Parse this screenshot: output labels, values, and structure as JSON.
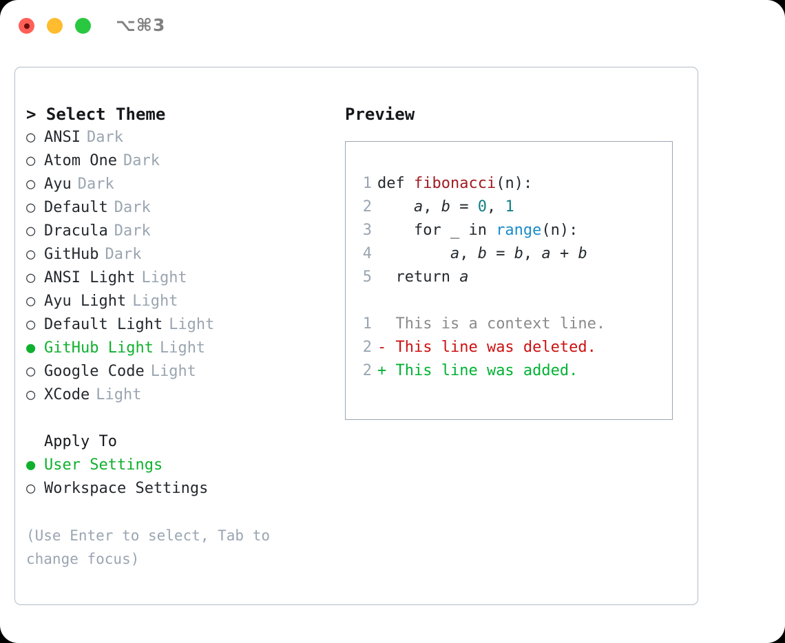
{
  "titlebar": {
    "shortcut": "⌥⌘3",
    "buttons": [
      {
        "name": "close",
        "color": "#ff5f57"
      },
      {
        "name": "minimize",
        "color": "#febc2e"
      },
      {
        "name": "maximize",
        "color": "#28c840"
      }
    ]
  },
  "left": {
    "heading": "> Select Theme",
    "themes": [
      {
        "bullet": "○",
        "name": "ANSI",
        "variant": "Dark",
        "selected": false
      },
      {
        "bullet": "○",
        "name": "Atom One",
        "variant": "Dark",
        "selected": false
      },
      {
        "bullet": "○",
        "name": "Ayu",
        "variant": "Dark",
        "selected": false
      },
      {
        "bullet": "○",
        "name": "Default",
        "variant": "Dark",
        "selected": false
      },
      {
        "bullet": "○",
        "name": "Dracula",
        "variant": "Dark",
        "selected": false
      },
      {
        "bullet": "○",
        "name": "GitHub",
        "variant": "Dark",
        "selected": false
      },
      {
        "bullet": "○",
        "name": "ANSI Light",
        "variant": "Light",
        "selected": false
      },
      {
        "bullet": "○",
        "name": "Ayu Light",
        "variant": "Light",
        "selected": false
      },
      {
        "bullet": "○",
        "name": "Default Light",
        "variant": "Light",
        "selected": false
      },
      {
        "bullet": "●",
        "name": "GitHub Light",
        "variant": "Light",
        "selected": true
      },
      {
        "bullet": "○",
        "name": "Google Code",
        "variant": "Light",
        "selected": false
      },
      {
        "bullet": "○",
        "name": "XCode",
        "variant": "Light",
        "selected": false
      }
    ],
    "apply_to_heading": "Apply To",
    "apply_to": [
      {
        "bullet": "●",
        "name": "User Settings",
        "selected": true
      },
      {
        "bullet": "○",
        "name": "Workspace Settings",
        "selected": false
      }
    ],
    "hint": "(Use Enter to select, Tab to change focus)"
  },
  "right": {
    "heading": "Preview",
    "code": [
      {
        "ln": "1",
        "tokens": [
          {
            "t": "def ",
            "c": "kw"
          },
          {
            "t": "fibonacci",
            "c": "fn"
          },
          {
            "t": "(n):",
            "c": "kw"
          }
        ]
      },
      {
        "ln": "2",
        "tokens": [
          {
            "t": "    ",
            "c": "kw"
          },
          {
            "t": "a",
            "c": "var"
          },
          {
            "t": ", ",
            "c": "kw"
          },
          {
            "t": "b",
            "c": "var"
          },
          {
            "t": " = ",
            "c": "kw"
          },
          {
            "t": "0",
            "c": "num"
          },
          {
            "t": ", ",
            "c": "kw"
          },
          {
            "t": "1",
            "c": "num"
          }
        ]
      },
      {
        "ln": "3",
        "tokens": [
          {
            "t": "    for _ in ",
            "c": "kw"
          },
          {
            "t": "range",
            "c": "bi"
          },
          {
            "t": "(n):",
            "c": "kw"
          }
        ]
      },
      {
        "ln": "4",
        "tokens": [
          {
            "t": "        ",
            "c": "kw"
          },
          {
            "t": "a",
            "c": "var"
          },
          {
            "t": ", ",
            "c": "kw"
          },
          {
            "t": "b",
            "c": "var"
          },
          {
            "t": " = ",
            "c": "kw"
          },
          {
            "t": "b",
            "c": "var"
          },
          {
            "t": ", ",
            "c": "kw"
          },
          {
            "t": "a",
            "c": "var"
          },
          {
            "t": " + ",
            "c": "kw"
          },
          {
            "t": "b",
            "c": "var"
          }
        ]
      },
      {
        "ln": "5",
        "tokens": [
          {
            "t": "  return ",
            "c": "kw"
          },
          {
            "t": "a",
            "c": "var"
          }
        ]
      }
    ],
    "diff": [
      {
        "ln": "1",
        "marker": " ",
        "text": " This is a context line.",
        "kind": "ctx"
      },
      {
        "ln": "2",
        "marker": "-",
        "text": " This line was deleted.",
        "kind": "del"
      },
      {
        "ln": "2",
        "marker": "+",
        "text": " This line was added.",
        "kind": "add"
      }
    ]
  }
}
